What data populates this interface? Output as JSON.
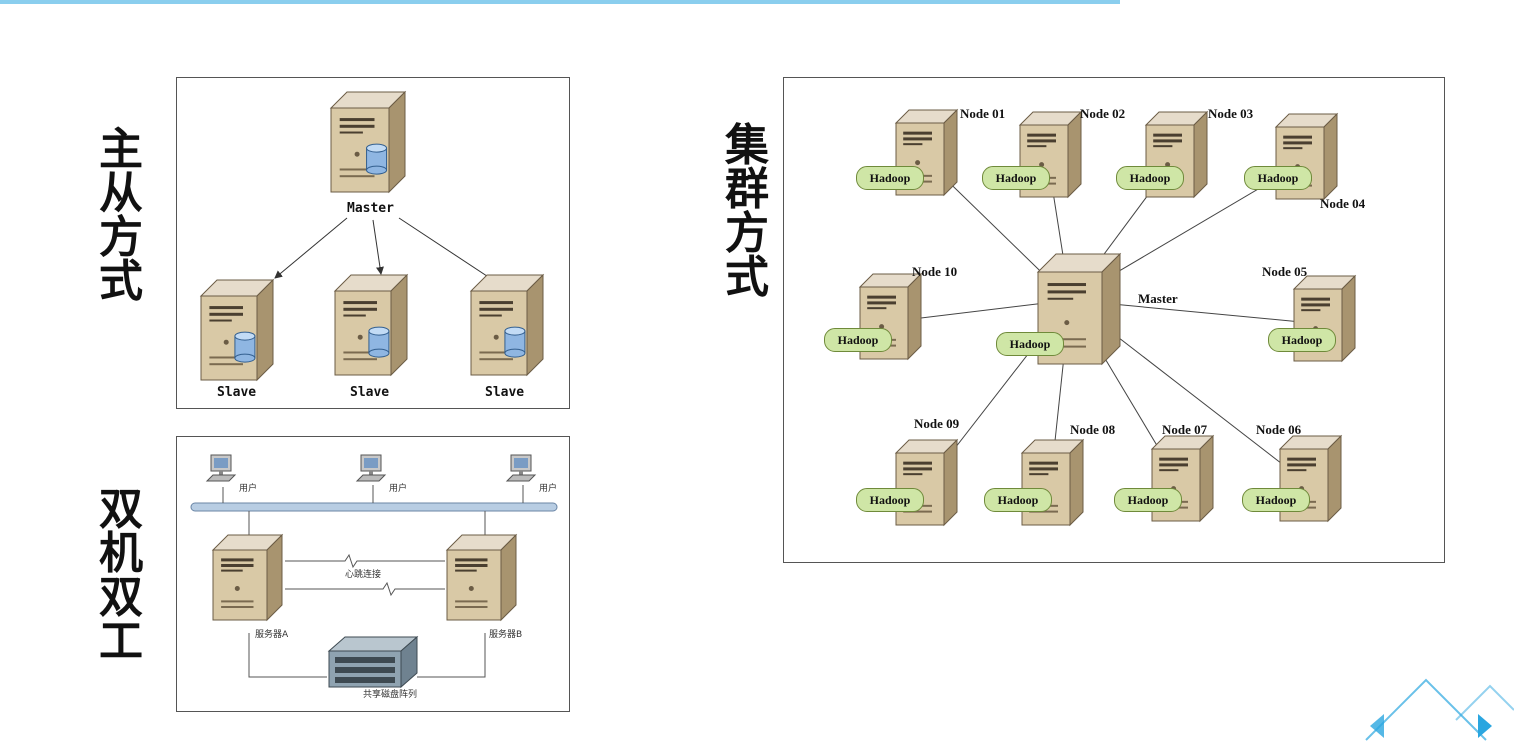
{
  "labels": {
    "master_slave": "主从方式",
    "dual": "双机双工",
    "cluster": "集群方式"
  },
  "master_slave": {
    "master": "Master",
    "slaves": [
      "Slave",
      "Slave",
      "Slave"
    ]
  },
  "dual": {
    "users": [
      "用户",
      "用户",
      "用户"
    ],
    "heartbeat": "心跳连接",
    "server_a": "服务器A",
    "server_b": "服务器B",
    "storage": "共享磁盘阵列"
  },
  "cluster": {
    "master": "Master",
    "master_badge": "Hadoop",
    "nodes": [
      {
        "name": "Node 01",
        "badge": "Hadoop"
      },
      {
        "name": "Node 02",
        "badge": "Hadoop"
      },
      {
        "name": "Node 03",
        "badge": "Hadoop"
      },
      {
        "name": "Node 04",
        "badge": "Hadoop"
      },
      {
        "name": "Node 05",
        "badge": "Hadoop"
      },
      {
        "name": "Node 06",
        "badge": "Hadoop"
      },
      {
        "name": "Node 07",
        "badge": "Hadoop"
      },
      {
        "name": "Node 08",
        "badge": "Hadoop"
      },
      {
        "name": "Node 09",
        "badge": "Hadoop"
      },
      {
        "name": "Node 10",
        "badge": "Hadoop"
      }
    ]
  },
  "colors": {
    "accent": "#2aa6e0",
    "badge_fill": "#cfe6a6",
    "server": "#c9b48e"
  }
}
